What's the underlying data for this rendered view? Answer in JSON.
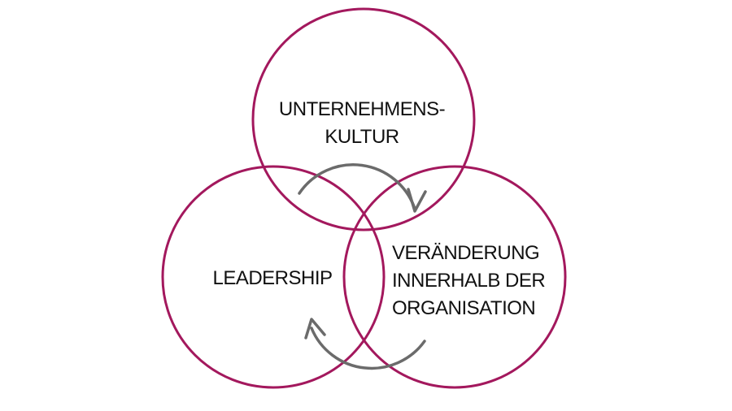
{
  "colors": {
    "circle_stroke": "#a3185d",
    "arrow_stroke": "#6b6b6b",
    "text": "#111111",
    "background": "#ffffff"
  },
  "diagram": {
    "type": "venn-3",
    "circles": [
      {
        "id": "culture",
        "lines": [
          "UNTERNEHMENS-",
          "KULTUR"
        ]
      },
      {
        "id": "leadership",
        "lines": [
          "LEADERSHIP"
        ]
      },
      {
        "id": "change",
        "lines": [
          "VERÄNDERUNG",
          "INNERHALB DER",
          "ORGANISATION"
        ]
      }
    ],
    "arrows": [
      {
        "name": "cycle-arrow-top",
        "direction": "clockwise"
      },
      {
        "name": "cycle-arrow-bottom",
        "direction": "clockwise"
      }
    ]
  }
}
